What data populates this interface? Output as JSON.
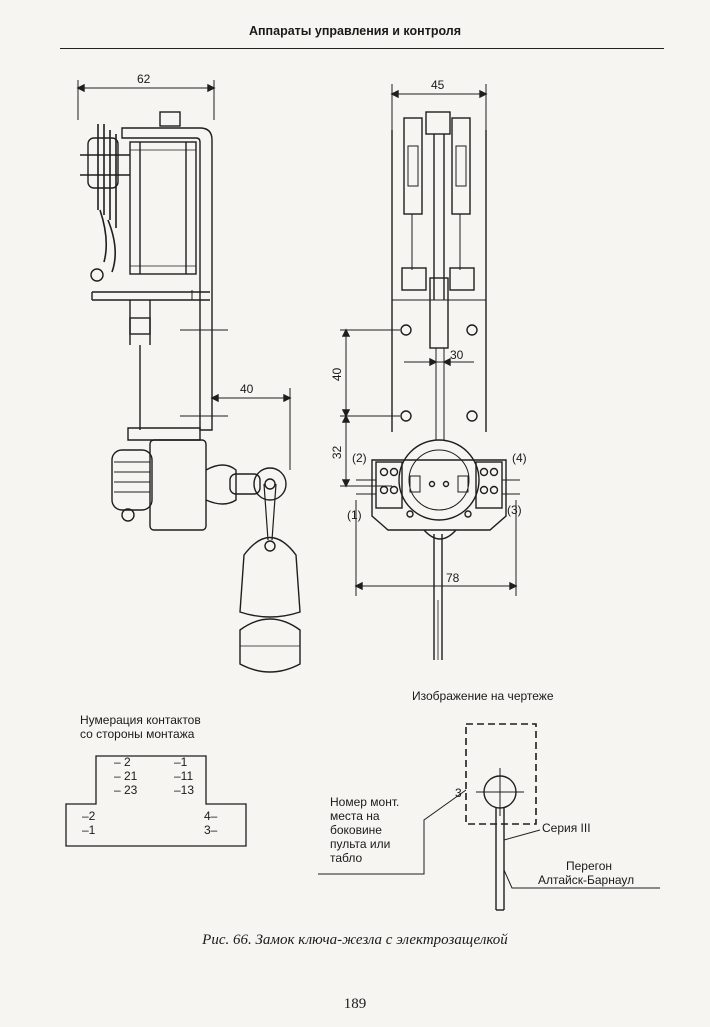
{
  "header": {
    "title": "Аппараты управления и контроля"
  },
  "dimensions": {
    "d62": "62",
    "d45": "45",
    "d40a": "40",
    "d40b": "40",
    "d30": "30",
    "d32": "32",
    "d78": "78"
  },
  "contact_labels": {
    "c2": "(2)",
    "c4": "(4)",
    "c1": "(1)",
    "c3": "(3)"
  },
  "numbering": {
    "title_line1": "Нумерация контактов",
    "title_line2": "со стороны монтажа",
    "rows": [
      {
        "left": "– 2",
        "right": "–1"
      },
      {
        "left": "– 21",
        "right": "–11"
      },
      {
        "left": "– 23",
        "right": "–13"
      }
    ],
    "lower_left_1": "–2",
    "lower_left_2": "–1",
    "lower_right_1": "4–",
    "lower_right_2": "3–"
  },
  "drawing_legend": {
    "title": "Изображение на чертеже",
    "number": "3",
    "place_line1": "Номер монт.",
    "place_line2": "места на",
    "place_line3": "боковине",
    "place_line4": "пульта или",
    "place_line5": "табло",
    "series": "Серия III",
    "route_line1": "Перегон",
    "route_line2": "Алтайск-Барнаул"
  },
  "caption": "Рис. 66. Замок ключа-жезла с электрозащелкой",
  "page_number": "189"
}
